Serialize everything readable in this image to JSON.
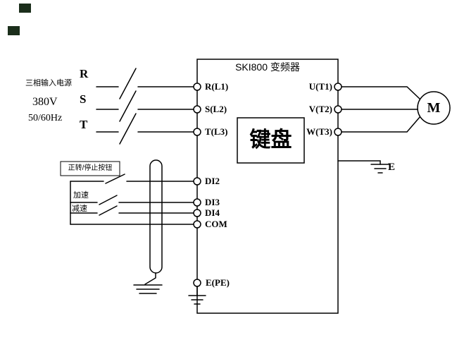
{
  "inverter": {
    "title": "SKI800 变频器",
    "keypad": "键盘",
    "input_terminals": {
      "l1": "R(L1)",
      "l2": "S(L2)",
      "l3": "T(L3)"
    },
    "output_terminals": {
      "t1": "U(T1)",
      "t2": "V(T2)",
      "t3": "W(T3)"
    },
    "digital_inputs": {
      "di2": "DI2",
      "di3": "DI3",
      "di4": "DI4",
      "com": "COM"
    },
    "pe_terminal": "E(PE)"
  },
  "power_source": {
    "name": "三相输入电源",
    "voltage": "380V",
    "frequency": "50/60Hz"
  },
  "phases": {
    "r": "R",
    "s": "S",
    "t": "T"
  },
  "controls": {
    "forward_stop": "正转/停止按钮",
    "accelerate": "加速",
    "decelerate": "减速"
  },
  "motor": {
    "label": "M"
  },
  "ground": {
    "e": "E"
  },
  "colors": {
    "line": "#000000",
    "background": "#ffffff",
    "corner_mark": "#1b2e1b"
  }
}
